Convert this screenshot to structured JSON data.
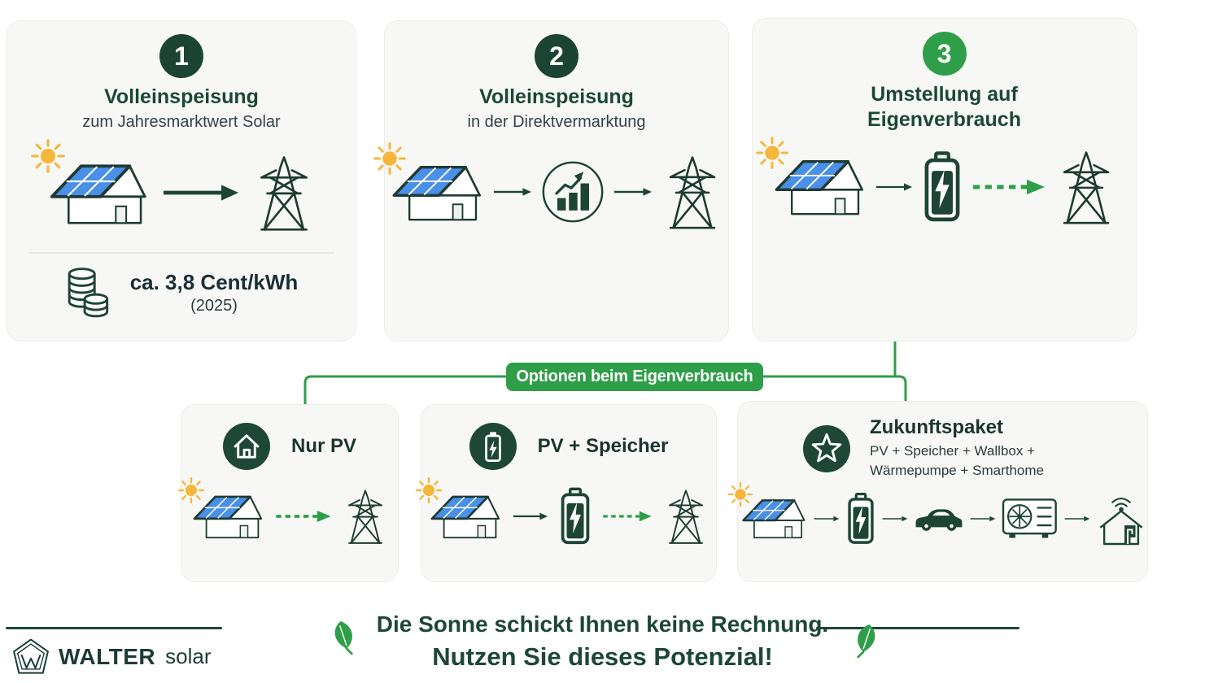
{
  "colors": {
    "dark_green": "#1d4737",
    "badge_dark": "#1b4434",
    "bright_green": "#2f9e48",
    "sun_yellow": "#f6b63c",
    "panel_blue": "#4a8fe8",
    "text_dark": "#1b2e36",
    "card_background": "#f7f8f5"
  },
  "steps": [
    {
      "number": "1",
      "title": "Volleinspeisung",
      "subtitle": "zum Jahresmarktwert Solar",
      "price": "ca. 3,8 Cent/kWh",
      "price_year": "(2025)"
    },
    {
      "number": "2",
      "title": "Volleinspeisung",
      "subtitle": "in der Direktvermarktung"
    },
    {
      "number": "3",
      "title_line1": "Umstellung auf",
      "title_line2": "Eigenverbrauch"
    }
  ],
  "options_banner": "Optionen beim Eigenverbrauch",
  "options": [
    {
      "label": "Nur PV"
    },
    {
      "label": "PV + Speicher"
    },
    {
      "title": "Zukunftspaket",
      "subtitle_line1": "PV + Speicher + Wallbox +",
      "subtitle_line2": "Wärmepumpe + Smarthome"
    }
  ],
  "footer": {
    "slogan_line1": "Die Sonne schickt Ihnen keine Rechnung.",
    "slogan_line2": "Nutzen Sie dieses Potenzial!",
    "brand_name": "WALTER",
    "brand_suffix": "solar"
  },
  "icons": {
    "sun": "sun-icon",
    "house_solar": "house-with-solar-panels-icon",
    "pylon": "power-pylon-icon",
    "arrow": "arrow-right-icon",
    "dashed_arrow": "dashed-arrow-right-icon",
    "market_chart": "growth-chart-icon",
    "battery": "battery-storage-icon",
    "coins": "coins-icon",
    "home": "home-icon",
    "star": "star-icon",
    "car": "ev-car-icon",
    "heat_pump": "heat-pump-icon",
    "smart_home": "smart-home-wifi-icon",
    "leaf": "leaf-icon",
    "logo": "walter-solar-logo"
  }
}
